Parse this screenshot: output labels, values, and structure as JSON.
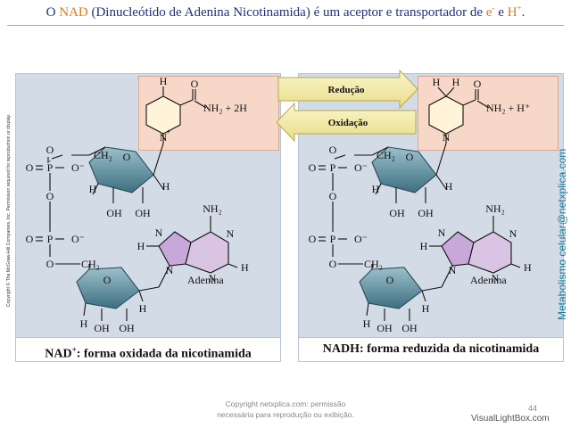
{
  "header": {
    "pre": "O ",
    "nad": "NAD",
    "mid": " (Dinucleótido de Adenina Nicotinamida) é um aceptor e transportador de ",
    "e": "e",
    "esup": "-",
    "and": " e ",
    "h": "H",
    "hsup": "+",
    "end": "."
  },
  "arrows": {
    "reduction": "Redução",
    "oxidation": "Oxidação"
  },
  "left_panel": {
    "caption_a": "NAD",
    "caption_sup": "+",
    "caption_b": ": forma oxidada da nicotinamida",
    "nicotinamide_group": "NH₂ + 2H",
    "adenine": "Adenina"
  },
  "right_panel": {
    "caption": "NADH: forma reduzida da nicotinamida",
    "nicotinamide_group": "NH₂ + H⁺",
    "adenine": "Adenina"
  },
  "atoms": {
    "O": "O",
    "H": "H",
    "N": "N",
    "C": "C",
    "CH2": "CH₂",
    "Ominus": "O⁻",
    "OH": "OH",
    "NH2": "NH₂",
    "Nplus": "N",
    "plus": "+"
  },
  "side_copyright": "Copyright © The McGraw-Hill Companies, Inc. Permission required for reproduction or display.",
  "side_website": "Metabolismo celular@netxplica.com",
  "footer": {
    "line1": "Copyright netxplica.com: permissão",
    "line2": "necessária para reprodução ou exibição.",
    "page": "44"
  },
  "brand": "VisualLightBox.com",
  "colors": {
    "title": "#1f2f7a",
    "highlight": "#e07a12",
    "panel": "#d3dbe6",
    "nicotinamide_box": "#f7d7c8",
    "ribose": "#5a8a9a",
    "purine": "#c8a8d8",
    "arrow": "#f6f0b0"
  }
}
